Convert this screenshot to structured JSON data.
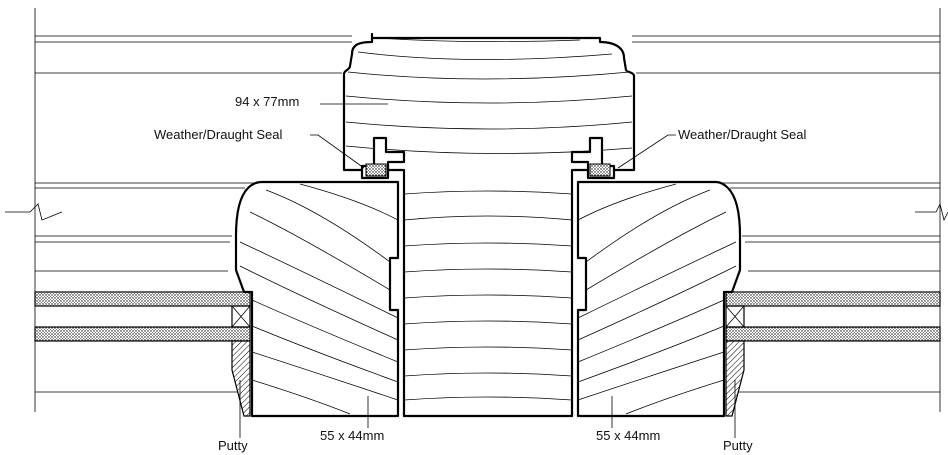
{
  "labels": {
    "mullion_size": "94 x 77mm",
    "seal_left": "Weather/Draught Seal",
    "seal_right": "Weather/Draught Seal",
    "sash_left_size": "55 x 44mm",
    "sash_right_size": "55 x 44mm",
    "putty_left": "Putty",
    "putty_right": "Putty"
  }
}
